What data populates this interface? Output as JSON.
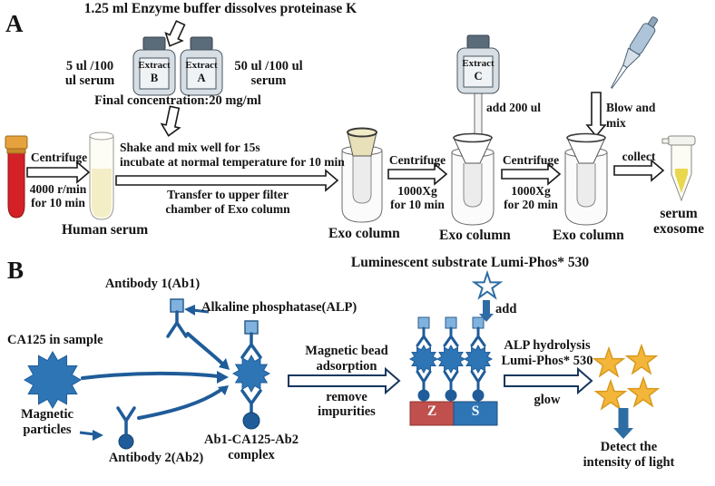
{
  "colors": {
    "antibody_blue": "#1f5c99",
    "antigen_blue": "#2e75b6",
    "alp_square_blue": "#7fb2de",
    "magnet_red": "#c0504d",
    "magnet_blue": "#2e75b6",
    "star_gold": "#f3b63a",
    "blood_red": "#d42127",
    "serum_yellow": "#f4eec6"
  },
  "panel_a": {
    "label": "A",
    "enzyme_note": "1.25 ml Enzyme buffer dissolves proteinase K",
    "dose_left_l1": "5 ul /100",
    "dose_left_l2": "ul serum",
    "dose_right_l1": "50 ul /100 ul",
    "dose_right_l2": "serum",
    "bottle_b_l1": "Extract",
    "bottle_b_l2": "B",
    "bottle_a_l1": "Extract",
    "bottle_a_l2": "A",
    "bottle_c_l1": "Extract",
    "bottle_c_l2": "C",
    "final_concentration": "Final concentration:20 mg/ml",
    "centrifuge1_l1": "Centrifuge",
    "centrifuge1_l2": "4000 r/min",
    "centrifuge1_l3": "for 10 min",
    "human_serum_label": "Human serum",
    "mix_l1": "Shake and mix well for 15s",
    "mix_l2": "incubate at normal temperature for 10 min",
    "transfer_l1": "Transfer to upper filter",
    "transfer_l2": "chamber of Exo column",
    "exo_column_1": "Exo column",
    "centrifuge2_l1": "Centrifuge",
    "centrifuge2_l2": "1000Xg",
    "centrifuge2_l3": "for 10 min",
    "add_200": "add 200 ul",
    "exo_column_2": "Exo column",
    "centrifuge3_l1": "Centrifuge",
    "centrifuge3_l2": "1000Xg",
    "centrifuge3_l3": "for 20 min",
    "blow_l1": "Blow and",
    "blow_l2": "mix",
    "exo_column_3": "Exo column",
    "collect": "collect",
    "exosome_l1": "serum",
    "exosome_l2": "exosome"
  },
  "panel_b": {
    "label": "B",
    "substrate_title": "Luminescent substrate Lumi-Phos* 530",
    "add": "add",
    "antibody1": "Antibody 1(Ab1)",
    "alp": "Alkaline phosphatase(ALP)",
    "ca125": "CA125 in sample",
    "magnetic_l1": "Magnetic",
    "magnetic_l2": "particles",
    "antibody2": "Antibody 2(Ab2)",
    "complex_l1": "Ab1-CA125-Ab2",
    "complex_l2": "complex",
    "adsorb_l1": "Magnetic bead",
    "adsorb_l2": "adsorption",
    "adsorb_l3": "remove",
    "adsorb_l4": "impurities",
    "magnet_left": "Z",
    "magnet_right": "S",
    "hydrolysis_l1": "ALP hydrolysis",
    "hydrolysis_l2": "Lumi-Phos* 530",
    "hydrolysis_l3": "glow",
    "detect_l1": "Detect the",
    "detect_l2": "intensity of light"
  }
}
